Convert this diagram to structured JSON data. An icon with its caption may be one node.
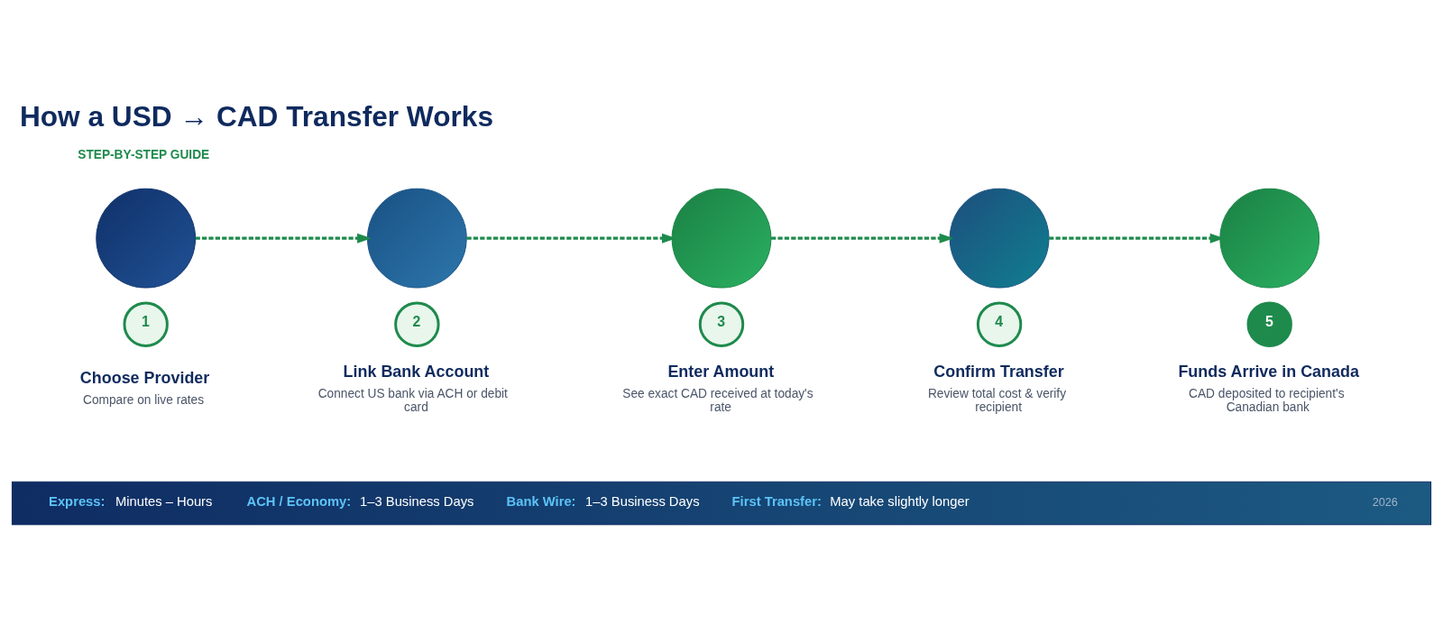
{
  "diagram": {
    "title": "How a USD → CAD Transfer Works",
    "nodes": [
      {
        "text": [],
        "shape": "circle"
      },
      {
        "text": [
          "1"
        ],
        "beside": [
          "Choose Provider",
          "Compare on live rates"
        ]
      },
      {
        "text": [],
        "shape": "circle"
      },
      {
        "text": [
          "2"
        ],
        "beside": [
          "Link Bank Account",
          "Connect US bank via ACH or debit card"
        ]
      },
      {
        "text": [],
        "shape": "circle"
      },
      {
        "text": [
          "3"
        ],
        "beside": [
          "Enter Amount",
          "See exact CAD received at today's rate"
        ]
      },
      {
        "text": [],
        "shape": "circle"
      },
      {
        "text": [
          "4"
        ],
        "beside": [
          "Confirm Transfer",
          "Review total cost & verify recipient"
        ]
      },
      {
        "text": [],
        "shape": "circle"
      },
      {
        "text": [
          "5"
        ],
        "beside": [
          "Funds Arrive in Canada",
          "CAD deposited to recipient's Canadian bank"
        ]
      },
      {
        "text": [
          "Express:",
          "Minutes – Hours",
          "ACH / Economy:",
          "1–3 Business Days",
          "Bank Wire:",
          "1–3 Business Days",
          "First Transfer:",
          "May take slightly longer",
          "2026"
        ]
      }
    ],
    "edges": [
      {
        "from": 0,
        "to": 2,
        "arrow": "to",
        "style": "dashed"
      },
      {
        "from": 2,
        "to": 4,
        "arrow": "to",
        "style": "dashed"
      },
      {
        "from": 4,
        "to": 6,
        "arrow": "to",
        "style": "dashed"
      },
      {
        "from": 6,
        "to": 8,
        "arrow": "to",
        "style": "dashed"
      }
    ],
    "labels": [
      "STEP-BY-STEP GUIDE"
    ]
  }
}
